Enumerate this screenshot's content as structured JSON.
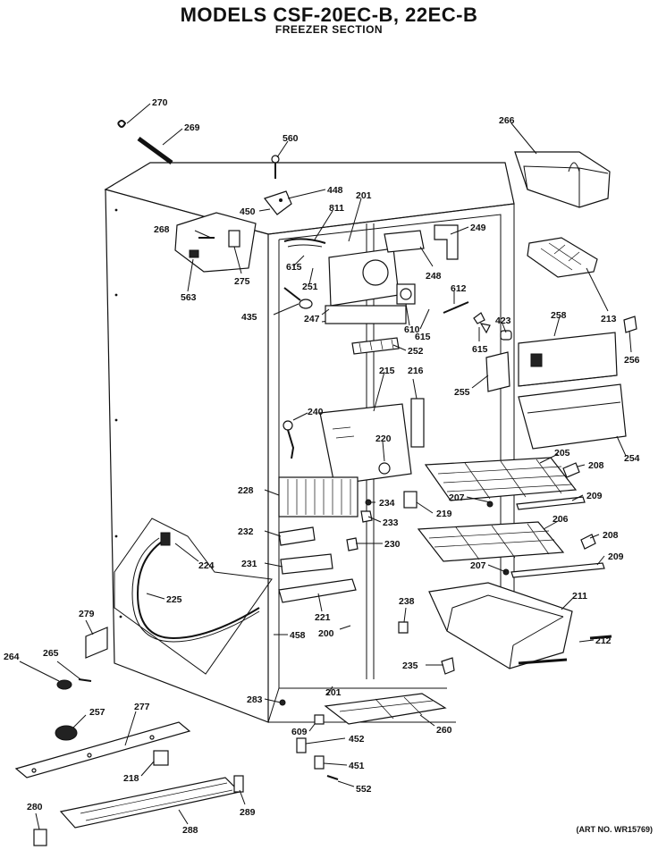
{
  "header": {
    "title": "MODELS CSF-20EC-B, 22EC-B",
    "subtitle": "FREEZER SECTION"
  },
  "art_number": "(ART NO. WR15769)",
  "callouts": {
    "c270": "270",
    "c269": "269",
    "c560": "560",
    "c448": "448",
    "c450": "450",
    "c201a": "201",
    "c811": "811",
    "c268": "268",
    "c275": "275",
    "c563": "563",
    "c615a": "615",
    "c251": "251",
    "c435": "435",
    "c247": "247",
    "c249": "249",
    "c248": "248",
    "c612": "612",
    "c610": "610",
    "c615b": "615",
    "c615c": "615",
    "c423": "423",
    "c252": "252",
    "c266": "266",
    "c213": "213",
    "c258": "258",
    "c256": "256",
    "c255": "255",
    "c215": "215",
    "c216": "216",
    "c240": "240",
    "c220": "220",
    "c254": "254",
    "c205": "205",
    "c208a": "208",
    "c228": "228",
    "c234": "234",
    "c207a": "207",
    "c209a": "209",
    "c233": "233",
    "c219": "219",
    "c232": "232",
    "c230": "230",
    "c206": "206",
    "c208b": "208",
    "c224": "224",
    "c231": "231",
    "c207b": "207",
    "c209b": "209",
    "c225": "225",
    "c221": "221",
    "c211": "211",
    "c279": "279",
    "c458": "458",
    "c200": "200",
    "c238": "238",
    "c212": "212",
    "c264": "264",
    "c265": "265",
    "c235": "235",
    "c283": "283",
    "c201b": "201",
    "c257": "257",
    "c277": "277",
    "c609": "609",
    "c452": "452",
    "c260": "260",
    "c218": "218",
    "c451": "451",
    "c552": "552",
    "c280": "280",
    "c289": "289",
    "c288": "288"
  }
}
